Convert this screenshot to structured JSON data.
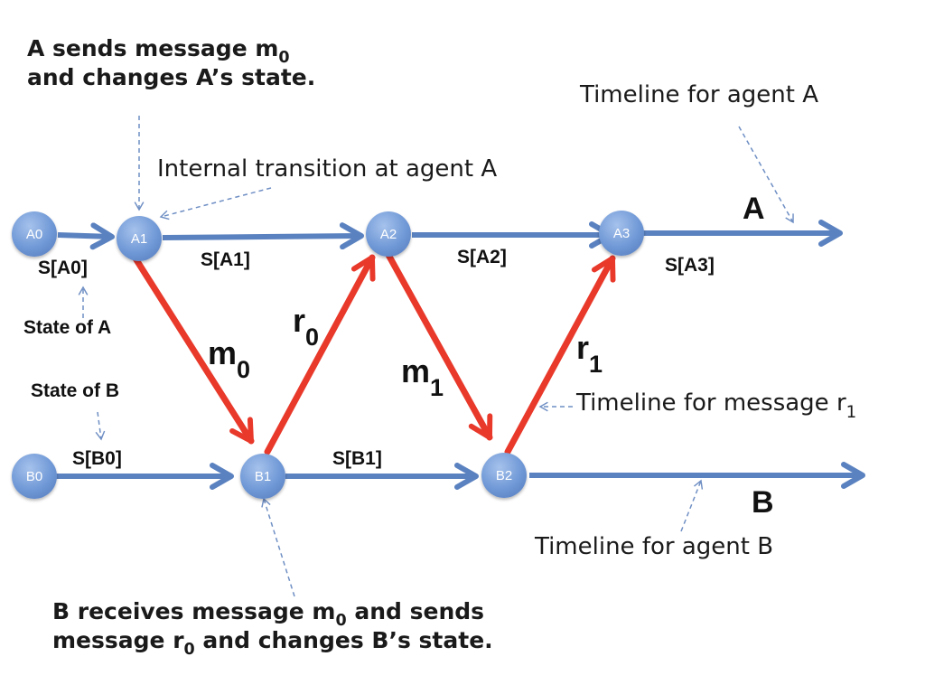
{
  "annotations": {
    "a_sends": {
      "line1": "A sends message m",
      "line1_sub": "0",
      "line2": "and changes A’s state."
    },
    "internal_transition": "Internal transition at agent A",
    "timeline_agent_a": "Timeline for agent A",
    "state_of_a": "State of A",
    "state_of_b": "State of B",
    "timeline_message_r1": {
      "text": "Timeline for message r",
      "sub": "1"
    },
    "timeline_agent_b": "Timeline for agent B",
    "b_receives": {
      "line1_a": "B receives message m",
      "line1_sub": "0",
      "line1_b": " and sends",
      "line2_a": "message r",
      "line2_sub": "0",
      "line2_b": " and changes B’s state."
    }
  },
  "timelines": {
    "a": {
      "label": "A"
    },
    "b": {
      "label": "B"
    }
  },
  "nodes": {
    "a0": "A0",
    "a1": "A1",
    "a2": "A2",
    "a3": "A3",
    "b0": "B0",
    "b1": "B1",
    "b2": "B2"
  },
  "state_labels": {
    "a0": "S[A0]",
    "a1": "S[A1]",
    "a2": "S[A2]",
    "a3": "S[A3]",
    "b0": "S[B0]",
    "b1": "S[B1]"
  },
  "messages": {
    "m0": {
      "letter": "m",
      "sub": "0"
    },
    "r0": {
      "letter": "r",
      "sub": "0"
    },
    "m1": {
      "letter": "m",
      "sub": "1"
    },
    "r1": {
      "letter": "r",
      "sub": "1"
    }
  },
  "colors": {
    "timeline_arrow": "#5b82c0",
    "message_arrow": "#e8392b",
    "dashed_pointer": "#6f8fc4",
    "node_fill": "#6f98d6"
  }
}
